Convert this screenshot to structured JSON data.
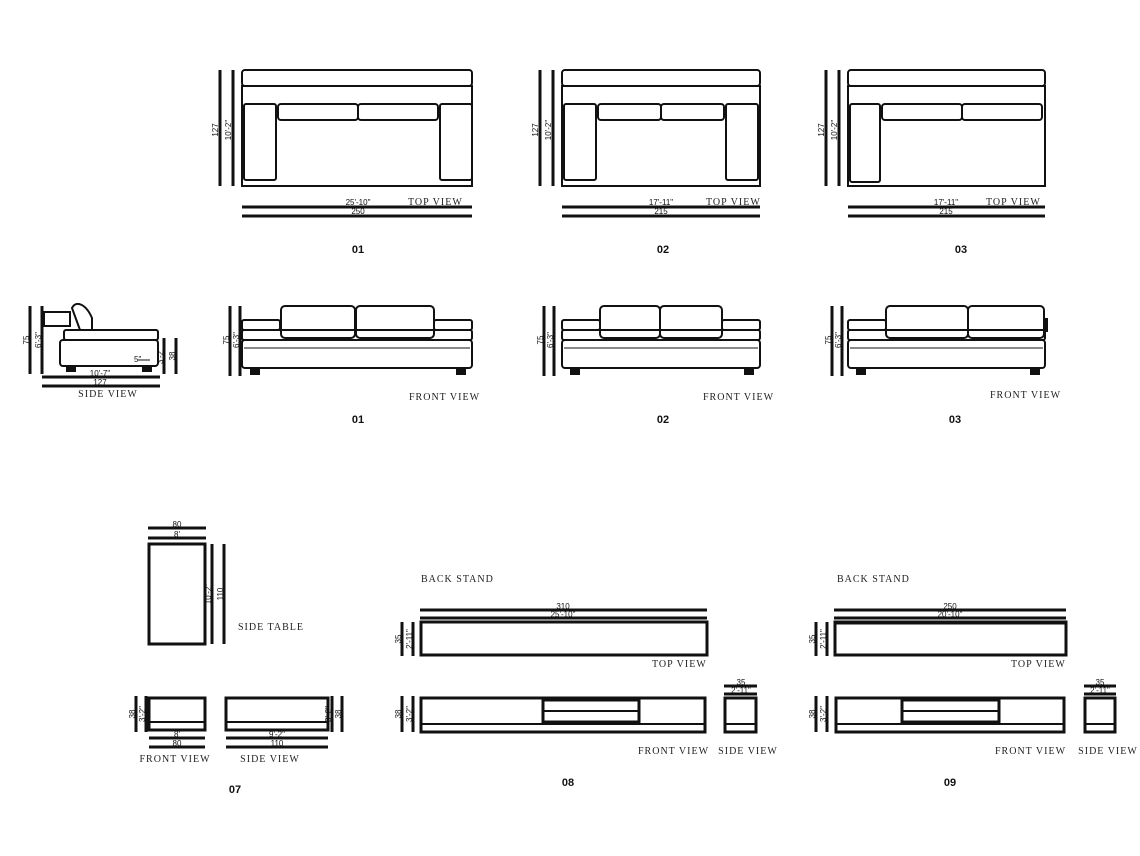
{
  "labels": {
    "top_view": "TOP   VIEW",
    "front_view": "FRONT   VIEW",
    "side_view": "SIDE   VIEW",
    "side_table": "SIDE TABLE",
    "back_stand": "BACK STAND"
  },
  "items": {
    "sofa_01": {
      "number": "01",
      "height_cm": "127",
      "height_ft": "10'-2\"",
      "width_ft": "25'-10\"",
      "width_cm": "250",
      "front_height_cm": "75",
      "front_height_ft": "6'-3\""
    },
    "sofa_02": {
      "number": "02",
      "height_cm": "127",
      "height_ft": "10'-2\"",
      "width_ft": "17'-11\"",
      "width_cm": "215",
      "front_height_cm": "75",
      "front_height_ft": "6'-3\""
    },
    "sofa_03": {
      "number": "03",
      "height_cm": "127",
      "height_ft": "10'-2\"",
      "width_ft": "17'-11\"",
      "width_cm": "215",
      "front_height_cm": "75",
      "front_height_ft": "6'-3\""
    },
    "sofa_side": {
      "height_cm": "75",
      "height_ft": "6'-3\"",
      "seat_height_cm": "38",
      "seat_height_ft": "3'-2\"",
      "leg_label": "5\"",
      "depth_ft": "10'-7\"",
      "depth_cm": "127"
    },
    "table_07": {
      "number": "07",
      "top_width_cm": "80",
      "top_width_ft": "8'",
      "top_length_ft": "10'-2\"",
      "top_length_cm": "110",
      "front_height_cm": "38",
      "front_height_ft": "3'-2\"",
      "front_width_ft": "8'",
      "front_width_cm": "80",
      "side_width_ft": "9'-2\"",
      "side_width_cm": "110"
    },
    "stand_08": {
      "number": "08",
      "top_width_cm": "310",
      "top_width_ft": "25'-10\"",
      "top_depth_cm": "35",
      "top_depth_ft": "2'-11\"",
      "front_height_cm": "38",
      "front_height_ft": "3'-2\"",
      "side_width_cm": "35",
      "side_width_ft": "2'-11\""
    },
    "stand_09": {
      "number": "09",
      "top_width_cm": "250",
      "top_width_ft": "20'-10\"",
      "top_depth_cm": "35",
      "top_depth_ft": "2'-11\"",
      "front_height_cm": "38",
      "front_height_ft": "3'-2\"",
      "side_width_cm": "35",
      "side_width_ft": "2'-11\""
    }
  }
}
